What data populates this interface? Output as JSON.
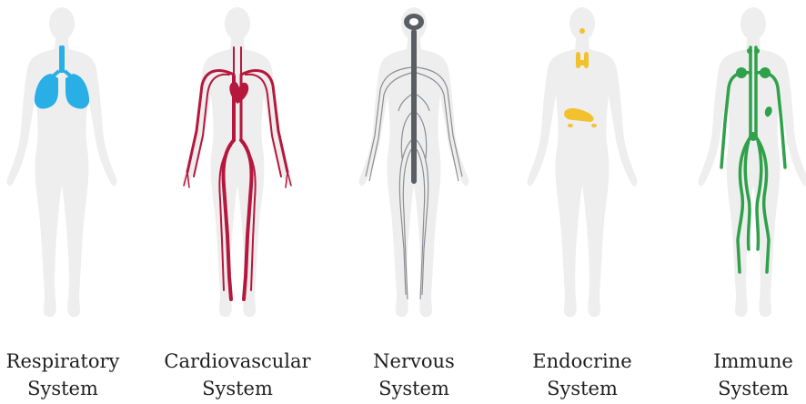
{
  "systems": [
    {
      "line1": "Respiratory",
      "line2": "System",
      "color": "#29aee6",
      "organ_icon": "lungs-icon"
    },
    {
      "line1": "Cardiovascular",
      "line2": "System",
      "color": "#b5173d",
      "organ_icon": "heart-vessels-icon"
    },
    {
      "line1": "Nervous",
      "line2": "System",
      "color": "#5a5e63",
      "organ_icon": "brain-nerves-icon"
    },
    {
      "line1": "Endocrine",
      "line2": "System",
      "color": "#f2c22e",
      "organ_icon": "glands-icon"
    },
    {
      "line1": "Immune",
      "line2": "System",
      "color": "#2fa14a",
      "organ_icon": "lymph-nodes-icon"
    }
  ],
  "body_silhouette_color": "#eeeeee"
}
